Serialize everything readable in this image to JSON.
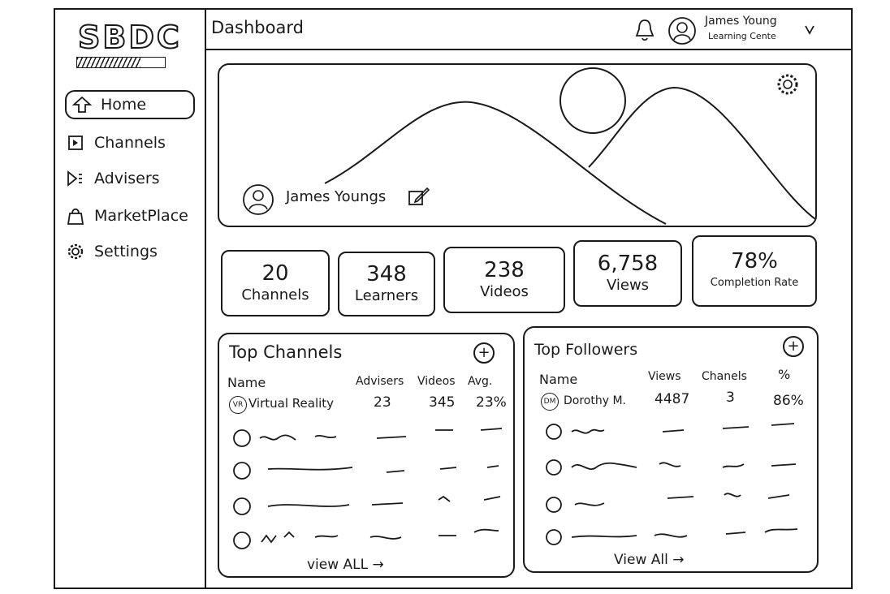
{
  "app": {
    "logo": "SBDC"
  },
  "sidebar": {
    "items": [
      {
        "label": "Home",
        "icon": "home-icon"
      },
      {
        "label": "Channels",
        "icon": "channel-icon"
      },
      {
        "label": "Advisers",
        "icon": "megaphone-icon"
      },
      {
        "label": "MarketPlace",
        "icon": "shopping-bag-icon"
      },
      {
        "label": "Settings",
        "icon": "gear-icon"
      }
    ]
  },
  "header": {
    "title": "Dashboard",
    "user_name": "James Young",
    "user_org": "Learning Cente"
  },
  "hero": {
    "name": "James Youngs"
  },
  "stats": [
    {
      "value": "20",
      "label": "Channels"
    },
    {
      "value": "348",
      "label": "Learners"
    },
    {
      "value": "238",
      "label": "Videos"
    },
    {
      "value": "6,758",
      "label": "Views"
    },
    {
      "value": "78%",
      "label": "Completion Rate"
    }
  ],
  "top_channels": {
    "title": "Top Channels",
    "columns": [
      "Name",
      "Advisers",
      "Videos",
      "Avg."
    ],
    "first_row": {
      "icon_text": "VR",
      "name": "Virtual Reality",
      "advisers": "23",
      "videos": "345",
      "avg": "23%"
    },
    "view_all": "view ALL →"
  },
  "top_followers": {
    "title": "Top Followers",
    "columns": [
      "Name",
      "Views",
      "Chanels",
      "%"
    ],
    "first_row": {
      "icon_text": "DM",
      "name": "Dorothy M.",
      "views": "4487",
      "channels": "3",
      "pct": "86%"
    },
    "view_all": "View All →"
  }
}
